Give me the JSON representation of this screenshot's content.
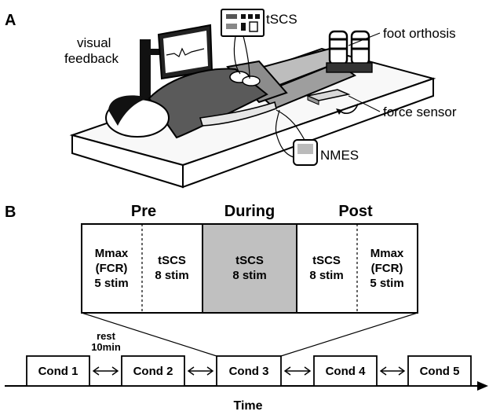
{
  "panel_a": {
    "letter": "A",
    "labels": {
      "tscs": "tSCS",
      "visual_line1": "visual",
      "visual_line2": "feedback",
      "foot_orthosis": "foot orthosis",
      "force_sensor": "force sensor",
      "nmes": "NMES"
    }
  },
  "panel_b": {
    "letter": "B",
    "phases": {
      "pre": "Pre",
      "during": "During",
      "post": "Post"
    },
    "blocks": [
      {
        "lines": [
          "Mmax",
          "(FCR)",
          "5 stim"
        ]
      },
      {
        "lines": [
          "tSCS",
          "8 stim"
        ]
      },
      {
        "lines": [
          "tSCS",
          "8 stim"
        ]
      },
      {
        "lines": [
          "tSCS",
          "8 stim"
        ]
      },
      {
        "lines": [
          "Mmax",
          "(FCR)",
          "5 stim"
        ]
      }
    ],
    "rest": {
      "line1": "rest",
      "line2": "10min"
    },
    "conditions": [
      "Cond 1",
      "Cond 2",
      "Cond 3",
      "Cond 4",
      "Cond 5"
    ],
    "time_label": "Time",
    "colors": {
      "during_fill": "#c0c0c0",
      "stroke": "#000000"
    }
  }
}
